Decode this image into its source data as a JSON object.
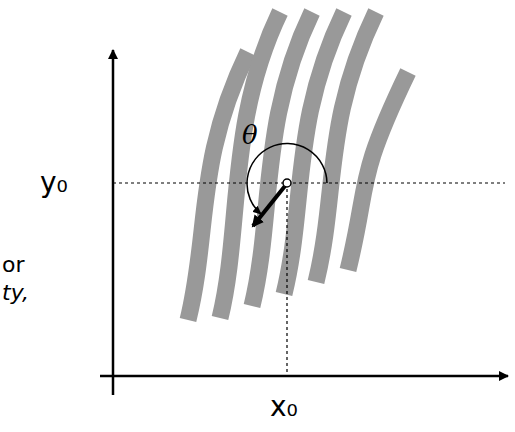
{
  "diagram": {
    "labels": [
      "y₀",
      "x₀",
      "θ",
      "or",
      "ty,"
    ]
  }
}
